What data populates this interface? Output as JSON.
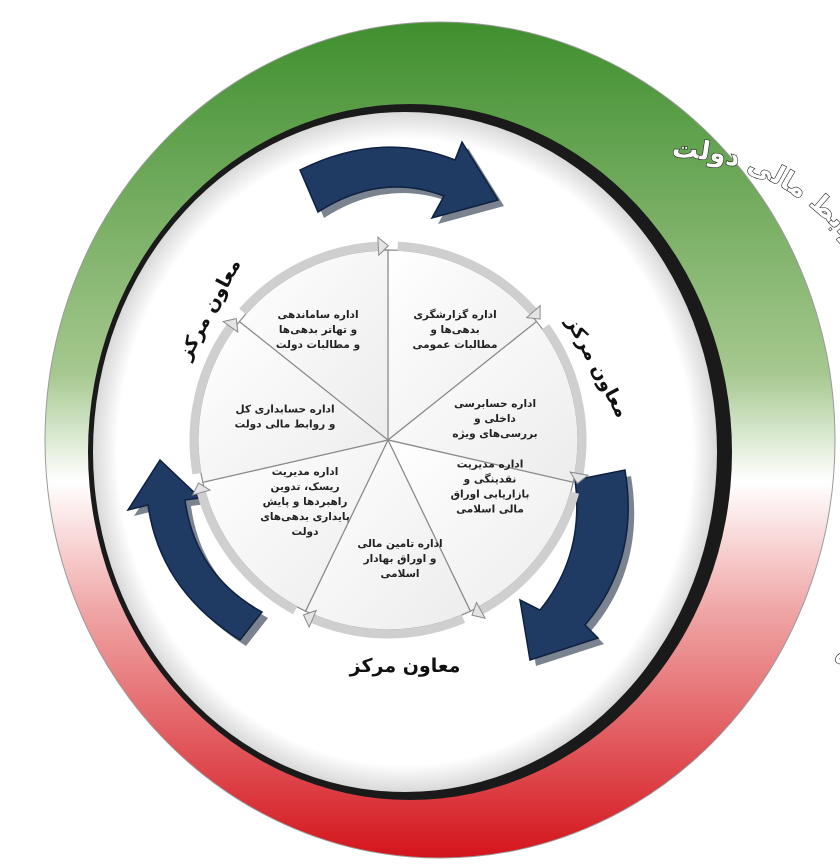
{
  "title": "مرکز مدیریت بدهی‌های عمومی و روابط مالی دولت",
  "colors": {
    "ring_top": "#3f8f2e",
    "ring_mid": "#ffffff",
    "ring_bottom": "#d4141c",
    "arrow": "#1f3a63"
  },
  "deputies": [
    {
      "label": "معاون مرکز"
    },
    {
      "label": "معاون مرکز"
    },
    {
      "label": "معاون مرکز"
    }
  ],
  "departments": [
    {
      "lines": [
        "اداره گزارشگری",
        "بدهی‌ها و",
        "مطالبات عمومی"
      ]
    },
    {
      "lines": [
        "اداره حسابرسی",
        "داخلی و",
        "بررسی‌های ویژه"
      ]
    },
    {
      "lines": [
        "اداره مدیریت",
        "نقدینگی و",
        "بازاریابی اوراق",
        "مالی اسلامی"
      ]
    },
    {
      "lines": [
        "اداره تامین مالی",
        "و اوراق بهادار",
        "اسلامی"
      ]
    },
    {
      "lines": [
        "اداره مدیریت",
        "ریسک، تدوین",
        "راهبردها و پایش",
        "پایداری بدهی‌های",
        "دولت"
      ]
    },
    {
      "lines": [
        "اداره حسابداری کل",
        "و روابط مالی دولت"
      ]
    },
    {
      "lines": [
        "اداره ساماندهی",
        "و تهاتر بدهی‌ها",
        "و مطالبات دولت"
      ]
    }
  ]
}
